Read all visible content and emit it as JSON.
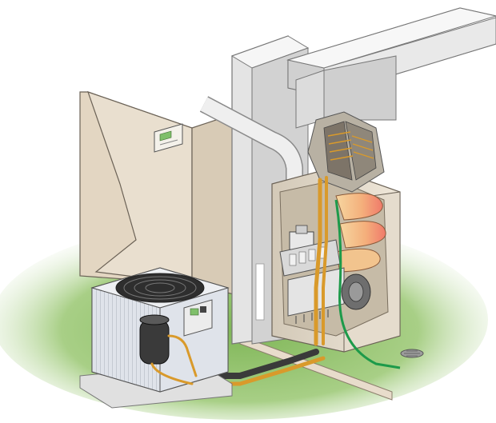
{
  "image": {
    "subject": "hvac-system-cutaway",
    "components": [
      "thermostat",
      "return-air-duct",
      "supply-air-duct",
      "exhaust-vent-pipe",
      "evaporator-coil",
      "furnace-heat-exchanger",
      "gas-valve",
      "blower-fan",
      "condenser-unit",
      "compressor",
      "condenser-fan",
      "refrigerant-lines",
      "gas-supply-line",
      "floor-drain"
    ]
  },
  "colors": {
    "ground": "#8fbf63",
    "wall": "#e9dfcf",
    "duct": "#d9d9d9",
    "copper_pipe": "#d99a2b",
    "gas_line": "#1d9a4a",
    "heat_exchanger": "#f0a07a",
    "thermostat_screen": "#7fbf6a"
  }
}
